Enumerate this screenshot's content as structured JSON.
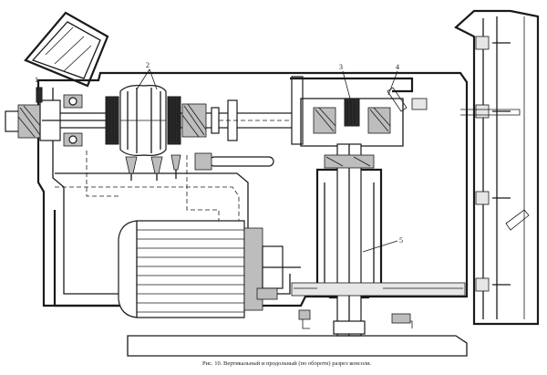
{
  "figure": {
    "caption": "Рис. 10. Вертикальный и продольный (по оборотн) разрез консоли.",
    "callouts": [
      "1",
      "2",
      "3",
      "4",
      "5"
    ],
    "ink_color": "#1a1a1a",
    "paper_color": "#ffffff"
  }
}
